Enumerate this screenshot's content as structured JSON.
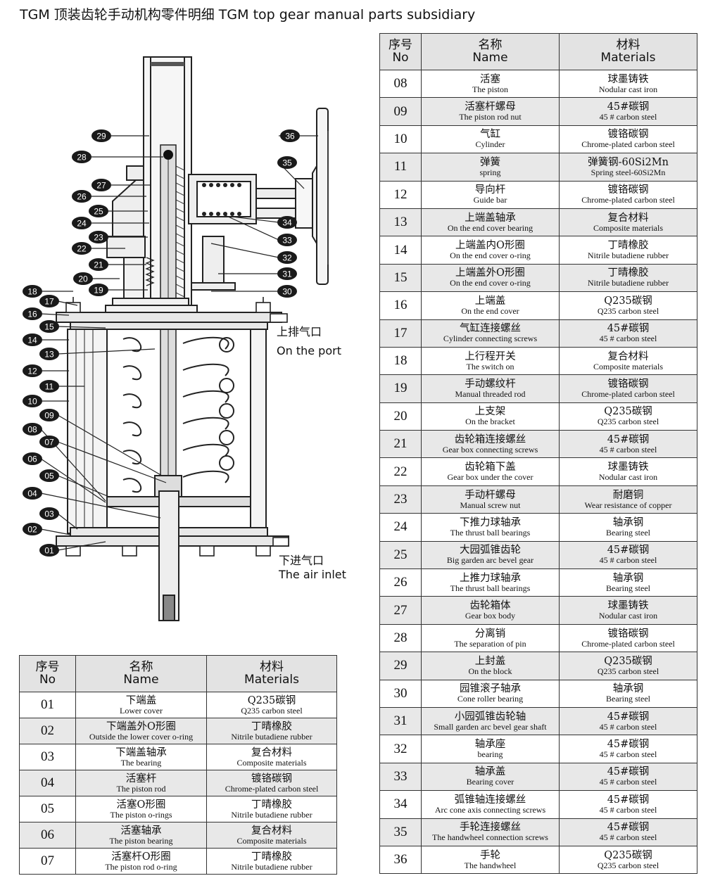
{
  "title": "TGM 顶装齿轮手动机构零件明细 TGM top gear manual parts subsidiary",
  "header": {
    "no_cn": "序号",
    "no_en": "No",
    "name_cn": "名称",
    "name_en": "Name",
    "mat_cn": "材料",
    "mat_en": "Materials"
  },
  "ports": {
    "top_cn": "上排气口",
    "top_en": "On the port",
    "bottom_cn": "下进气口",
    "bottom_en": "The air inlet"
  },
  "callouts": [
    "01",
    "02",
    "03",
    "04",
    "05",
    "06",
    "07",
    "08",
    "09",
    "10",
    "11",
    "12",
    "13",
    "14",
    "15",
    "16",
    "17",
    "18",
    "19",
    "20",
    "21",
    "22",
    "23",
    "24",
    "25",
    "26",
    "27",
    "28",
    "29",
    "30",
    "31",
    "32",
    "33",
    "34",
    "35",
    "36"
  ],
  "parts": [
    {
      "no": "01",
      "name_cn": "下端盖",
      "name_en": "Lower cover",
      "mat_cn": "Q235碳钢",
      "mat_en": "Q235 carbon steel"
    },
    {
      "no": "02",
      "name_cn": "下端盖外O形圈",
      "name_en": "Outside the lower cover o-ring",
      "mat_cn": "丁晴橡胶",
      "mat_en": "Nitrile butadiene rubber"
    },
    {
      "no": "03",
      "name_cn": "下端盖轴承",
      "name_en": "The bearing",
      "mat_cn": "复合材料",
      "mat_en": "Composite materials"
    },
    {
      "no": "04",
      "name_cn": "活塞杆",
      "name_en": "The piston rod",
      "mat_cn": "镀铬碳钢",
      "mat_en": "Chrome-plated carbon steel"
    },
    {
      "no": "05",
      "name_cn": "活塞O形圈",
      "name_en": "The piston o-rings",
      "mat_cn": "丁晴橡胶",
      "mat_en": "Nitrile butadiene rubber"
    },
    {
      "no": "06",
      "name_cn": "活塞轴承",
      "name_en": "The piston bearing",
      "mat_cn": "复合材料",
      "mat_en": "Composite materials"
    },
    {
      "no": "07",
      "name_cn": "活塞杆O形圈",
      "name_en": "The piston rod o-ring",
      "mat_cn": "丁晴橡胶",
      "mat_en": "Nitrile butadiene rubber"
    },
    {
      "no": "08",
      "name_cn": "活塞",
      "name_en": "The piston",
      "mat_cn": "球墨铸铁",
      "mat_en": "Nodular cast iron"
    },
    {
      "no": "09",
      "name_cn": "活塞杆螺母",
      "name_en": "The piston rod nut",
      "mat_cn": "45#碳钢",
      "mat_en": "45 # carbon steel"
    },
    {
      "no": "10",
      "name_cn": "气缸",
      "name_en": "Cylinder",
      "mat_cn": "镀铬碳钢",
      "mat_en": "Chrome-plated carbon steel"
    },
    {
      "no": "11",
      "name_cn": "弹簧",
      "name_en": "spring",
      "mat_cn": "弹簧钢-60Si2Mn",
      "mat_en": "Spring steel-60Si2Mn"
    },
    {
      "no": "12",
      "name_cn": "导向杆",
      "name_en": "Guide bar",
      "mat_cn": "镀铬碳钢",
      "mat_en": "Chrome-plated carbon steel"
    },
    {
      "no": "13",
      "name_cn": "上端盖轴承",
      "name_en": "On the end cover bearing",
      "mat_cn": "复合材料",
      "mat_en": "Composite materials"
    },
    {
      "no": "14",
      "name_cn": "上端盖内O形圈",
      "name_en": "On the end cover o-ring",
      "mat_cn": "丁晴橡胶",
      "mat_en": "Nitrile butadiene rubber"
    },
    {
      "no": "15",
      "name_cn": "上端盖外O形圈",
      "name_en": "On the end cover o-ring",
      "mat_cn": "丁晴橡胶",
      "mat_en": "Nitrile butadiene rubber"
    },
    {
      "no": "16",
      "name_cn": "上端盖",
      "name_en": "On the end cover",
      "mat_cn": "Q235碳钢",
      "mat_en": "Q235 carbon steel"
    },
    {
      "no": "17",
      "name_cn": "气缸连接螺丝",
      "name_en": "Cylinder connecting screws",
      "mat_cn": "45#碳钢",
      "mat_en": "45 # carbon steel"
    },
    {
      "no": "18",
      "name_cn": "上行程开关",
      "name_en": "The switch on",
      "mat_cn": "复合材料",
      "mat_en": "Composite materials"
    },
    {
      "no": "19",
      "name_cn": "手动螺纹杆",
      "name_en": "Manual threaded rod",
      "mat_cn": "镀铬碳钢",
      "mat_en": "Chrome-plated carbon steel"
    },
    {
      "no": "20",
      "name_cn": "上支架",
      "name_en": "On the bracket",
      "mat_cn": "Q235碳钢",
      "mat_en": "Q235 carbon steel"
    },
    {
      "no": "21",
      "name_cn": "齿轮箱连接螺丝",
      "name_en": "Gear box connecting screws",
      "mat_cn": "45#碳钢",
      "mat_en": "45 # carbon steel"
    },
    {
      "no": "22",
      "name_cn": "齿轮箱下盖",
      "name_en": "Gear box under the cover",
      "mat_cn": "球墨铸铁",
      "mat_en": "Nodular cast iron"
    },
    {
      "no": "23",
      "name_cn": "手动杆螺母",
      "name_en": "Manual screw nut",
      "mat_cn": "耐磨铜",
      "mat_en": "Wear resistance of copper"
    },
    {
      "no": "24",
      "name_cn": "下推力球轴承",
      "name_en": "The thrust ball bearings",
      "mat_cn": "轴承钢",
      "mat_en": "Bearing steel"
    },
    {
      "no": "25",
      "name_cn": "大园弧锥齿轮",
      "name_en": "Big garden arc bevel gear",
      "mat_cn": "45#碳钢",
      "mat_en": "45 # carbon steel"
    },
    {
      "no": "26",
      "name_cn": "上推力球轴承",
      "name_en": "The thrust ball bearings",
      "mat_cn": "轴承钢",
      "mat_en": "Bearing steel"
    },
    {
      "no": "27",
      "name_cn": "齿轮箱体",
      "name_en": "Gear box body",
      "mat_cn": "球墨铸铁",
      "mat_en": "Nodular cast iron"
    },
    {
      "no": "28",
      "name_cn": "分离销",
      "name_en": "The separation of pin",
      "mat_cn": "镀铬碳钢",
      "mat_en": "Chrome-plated carbon steel"
    },
    {
      "no": "29",
      "name_cn": "上封盖",
      "name_en": "On the block",
      "mat_cn": "Q235碳钢",
      "mat_en": "Q235 carbon steel"
    },
    {
      "no": "30",
      "name_cn": "园锥滚子轴承",
      "name_en": "Cone roller bearing",
      "mat_cn": "轴承钢",
      "mat_en": "Bearing steel"
    },
    {
      "no": "31",
      "name_cn": "小园弧锥齿轮轴",
      "name_en": "Small garden arc bevel gear shaft",
      "mat_cn": "45#碳钢",
      "mat_en": "45 # carbon steel"
    },
    {
      "no": "32",
      "name_cn": "轴承座",
      "name_en": "bearing",
      "mat_cn": "45#碳钢",
      "mat_en": "45 # carbon steel"
    },
    {
      "no": "33",
      "name_cn": "轴承盖",
      "name_en": "Bearing cover",
      "mat_cn": "45#碳钢",
      "mat_en": "45 # carbon steel"
    },
    {
      "no": "34",
      "name_cn": "弧锥轴连接螺丝",
      "name_en": "Arc cone axis connecting screws",
      "mat_cn": "45#碳钢",
      "mat_en": "45 # carbon steel"
    },
    {
      "no": "35",
      "name_cn": "手轮连接螺丝",
      "name_en": "The handwheel connection screws",
      "mat_cn": "45#碳钢",
      "mat_en": "45 # carbon steel"
    },
    {
      "no": "36",
      "name_cn": "手轮",
      "name_en": "The handwheel",
      "mat_cn": "Q235碳钢",
      "mat_en": "Q235 carbon steel"
    }
  ]
}
